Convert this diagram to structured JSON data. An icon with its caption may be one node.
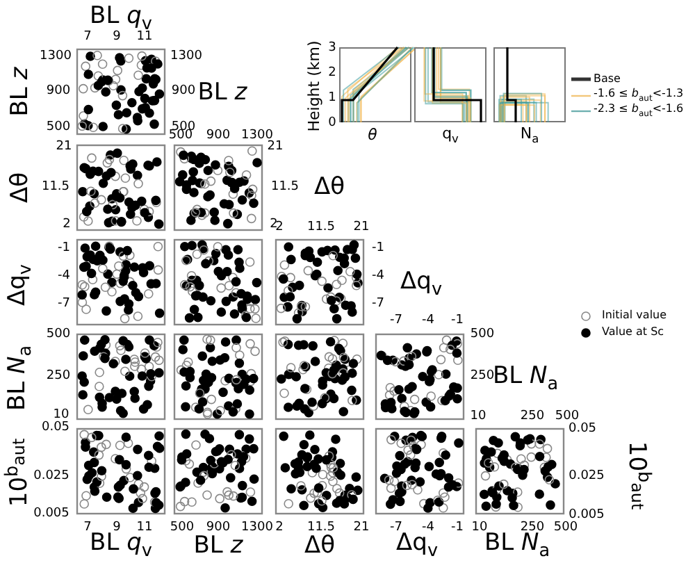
{
  "diagram": {
    "labels": [
      "BL *q*$_{v}$",
      "7",
      "9",
      "11",
      "3",
      "2",
      "1",
      "0",
      "Height (km)",
      "BL *z*",
      "1300",
      "900",
      "500",
      "1300",
      "900",
      "500",
      "BL *z*",
      "500",
      "900",
      "1300",
      "*θ*",
      "q$_{v}$",
      "N$_{a}$",
      "Δθ",
      "21",
      "11.5",
      "2",
      "21",
      "11.5",
      "2",
      "Δθ",
      "2",
      "11.5",
      "21",
      "Δq$_{v}$",
      "-1",
      "-4",
      "-7",
      "-1",
      "-4",
      "-7",
      "Δq$_{v}$",
      "-7",
      "-4",
      "-1",
      "BL *N*$_{a}$",
      "500",
      "250",
      "10",
      "500",
      "250",
      "10",
      "BL *N*$_{a}$",
      "250",
      "500",
      "10$^{b}$$_{aut}$",
      "0.05",
      "0.025",
      "0.005",
      "0.05",
      "0.025",
      "0.005",
      "10$^{b}$$_{aut}$",
      "7",
      "9",
      "11",
      "500",
      "900",
      "1300",
      "2",
      "11.5",
      "21",
      "-7",
      "-4",
      "-1",
      "10",
      "250",
      "500",
      "BL *q*$_{v}$",
      "BL *z*",
      "Δθ",
      "Δq$_{v}$",
      "BL *N*$_{a}$"
    ],
    "legend": [
      {
        "text": "Base"
      },
      {
        "text": "-1.6 ≤ *b*$_{aut}$<-1.3"
      },
      {
        "text": "-2.3 ≤ *b*$_{aut}$<-1.6"
      },
      {
        "text": "Initial value"
      },
      {
        "text": "Value at Sc"
      }
    ]
  }
}
